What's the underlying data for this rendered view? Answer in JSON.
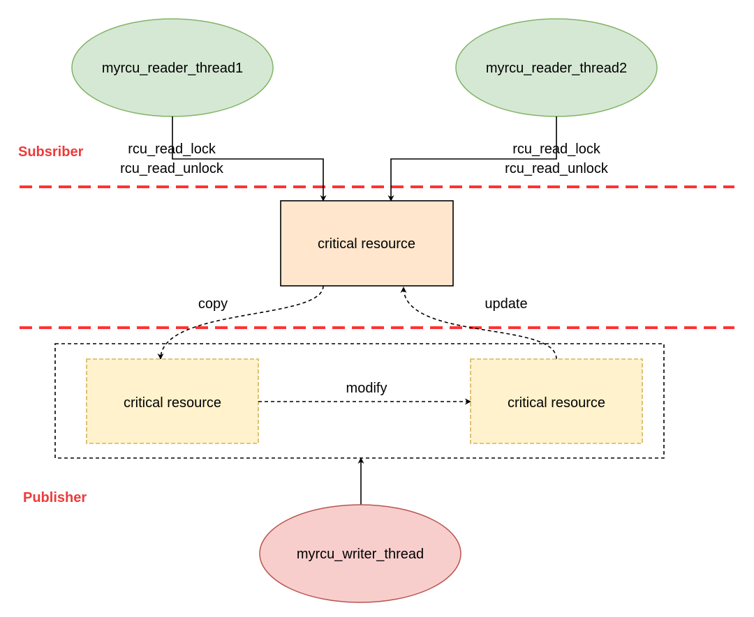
{
  "colors": {
    "reader_fill": "#d5e8d4",
    "reader_stroke": "#82b366",
    "writer_fill": "#f8cecc",
    "writer_stroke": "#b85450",
    "shared_fill": "#ffe6cc",
    "shared_stroke": "#000000",
    "copy_fill": "#fff2cc",
    "copy_stroke": "#d6b656",
    "divider": "#ff3333",
    "zone_label": "#ee3a3a"
  },
  "zones": {
    "subscriber": "Subsriber",
    "publisher": "Publisher"
  },
  "nodes": {
    "reader1": "myrcu_reader_thread1",
    "reader2": "myrcu_reader_thread2",
    "writer": "myrcu_writer_thread",
    "shared_resource": "critical resource",
    "copy_left": "critical resource",
    "copy_right": "critical resource"
  },
  "edges": {
    "reader1_lock": "rcu_read_lock",
    "reader1_unlock": "rcu_read_unlock",
    "reader2_lock": "rcu_read_lock",
    "reader2_unlock": "rcu_read_unlock",
    "copy": "copy",
    "update": "update",
    "modify": "modify"
  }
}
